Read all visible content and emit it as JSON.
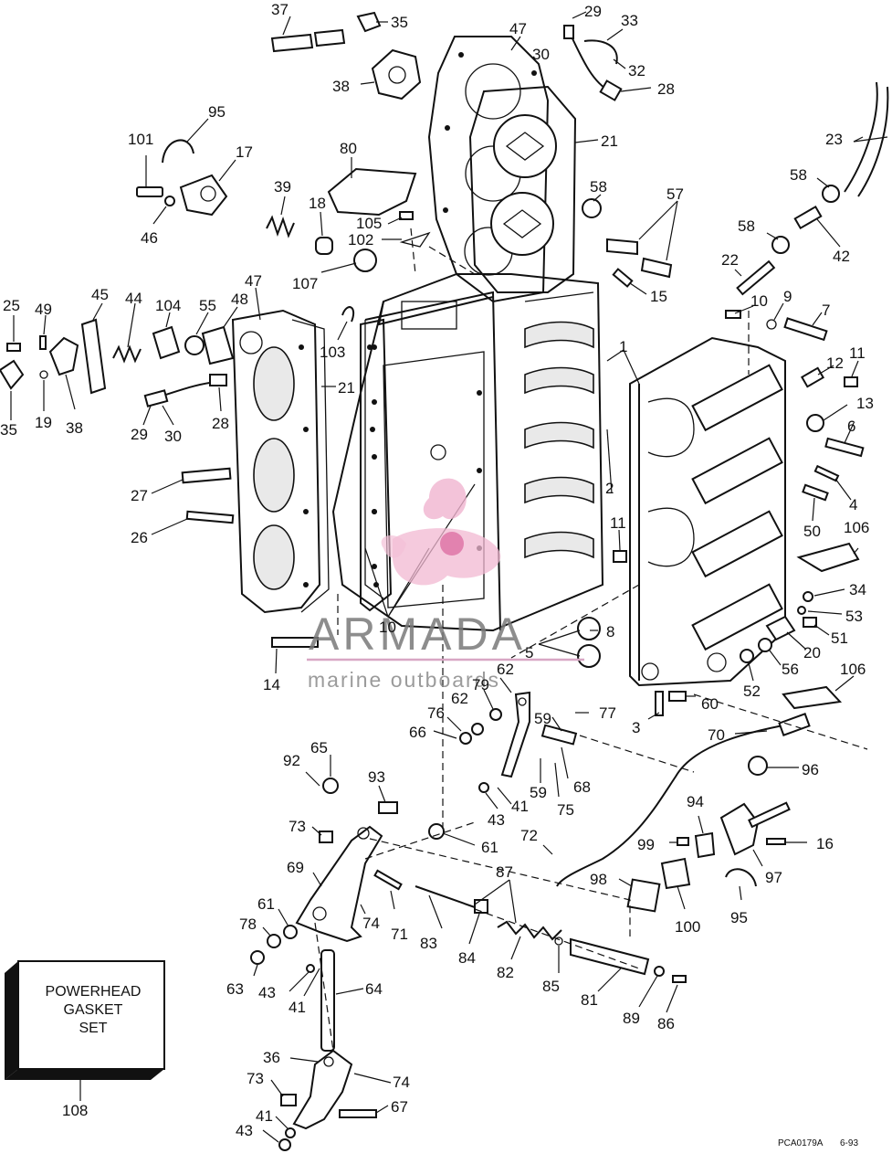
{
  "diagram": {
    "callouts": [
      "1",
      "2",
      "3",
      "4",
      "5",
      "6",
      "7",
      "8",
      "9",
      "10",
      "11",
      "12",
      "13",
      "14",
      "15",
      "16",
      "17",
      "18",
      "19",
      "20",
      "21",
      "22",
      "23",
      "25",
      "26",
      "27",
      "28",
      "29",
      "30",
      "32",
      "33",
      "34",
      "35",
      "36",
      "37",
      "38",
      "39",
      "41",
      "42",
      "43",
      "44",
      "45",
      "46",
      "47",
      "48",
      "49",
      "50",
      "51",
      "52",
      "53",
      "55",
      "56",
      "57",
      "58",
      "59",
      "60",
      "61",
      "62",
      "63",
      "64",
      "65",
      "66",
      "67",
      "68",
      "69",
      "70",
      "71",
      "72",
      "73",
      "74",
      "75",
      "76",
      "77",
      "78",
      "79",
      "80",
      "81",
      "82",
      "83",
      "84",
      "85",
      "86",
      "87",
      "89",
      "92",
      "93",
      "94",
      "95",
      "96",
      "97",
      "98",
      "99",
      "100",
      "101",
      "102",
      "103",
      "104",
      "105",
      "106",
      "107",
      "108"
    ],
    "gasket_box": {
      "lines": [
        "POWERHEAD",
        "GASKET",
        "SET"
      ],
      "callout": "108"
    },
    "watermark": {
      "brand": "ARMADA",
      "tagline": "marine outboards"
    },
    "drawing_code": "PCA0179A",
    "drawing_date": "6-93"
  }
}
